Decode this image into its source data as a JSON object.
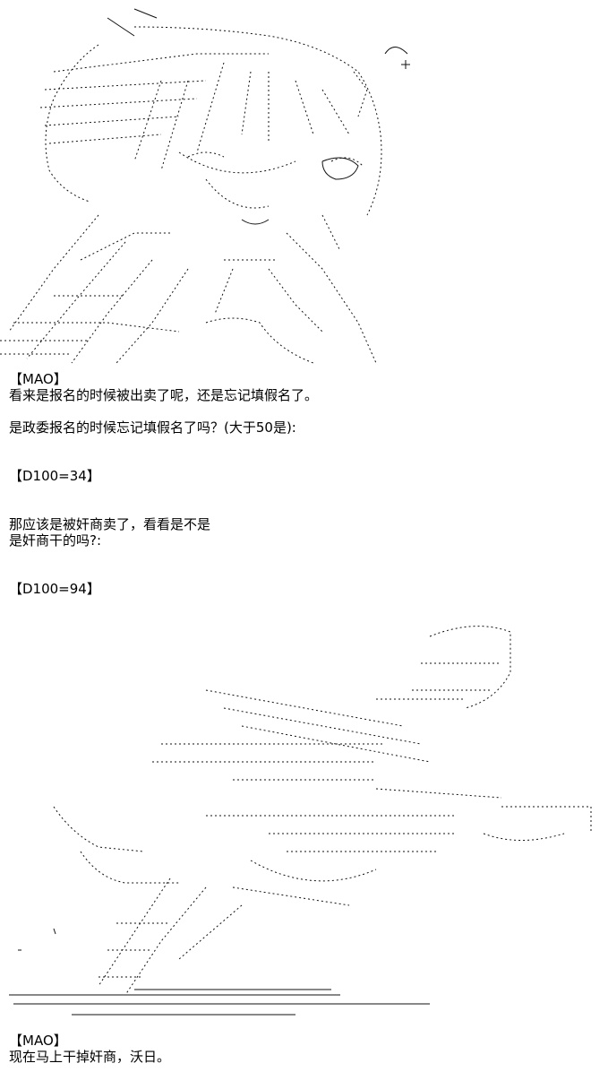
{
  "blocks": {
    "b1_speaker": "【MAO】",
    "b1_line1": "看来是报名的时候被出卖了呢，还是忘记填假名了。",
    "b2_line1": "是政委报名的时候忘记填假名了吗？(大于50是):",
    "b3_roll": "【D100=34】",
    "b4_line1": "那应该是被奸商卖了，看看是不是",
    "b4_line2": "是奸商干的吗?:",
    "b5_roll": "【D100=94】",
    "b6_speaker": "【MAO】",
    "b6_line1": "现在马上干掉奸商，沃日。"
  }
}
